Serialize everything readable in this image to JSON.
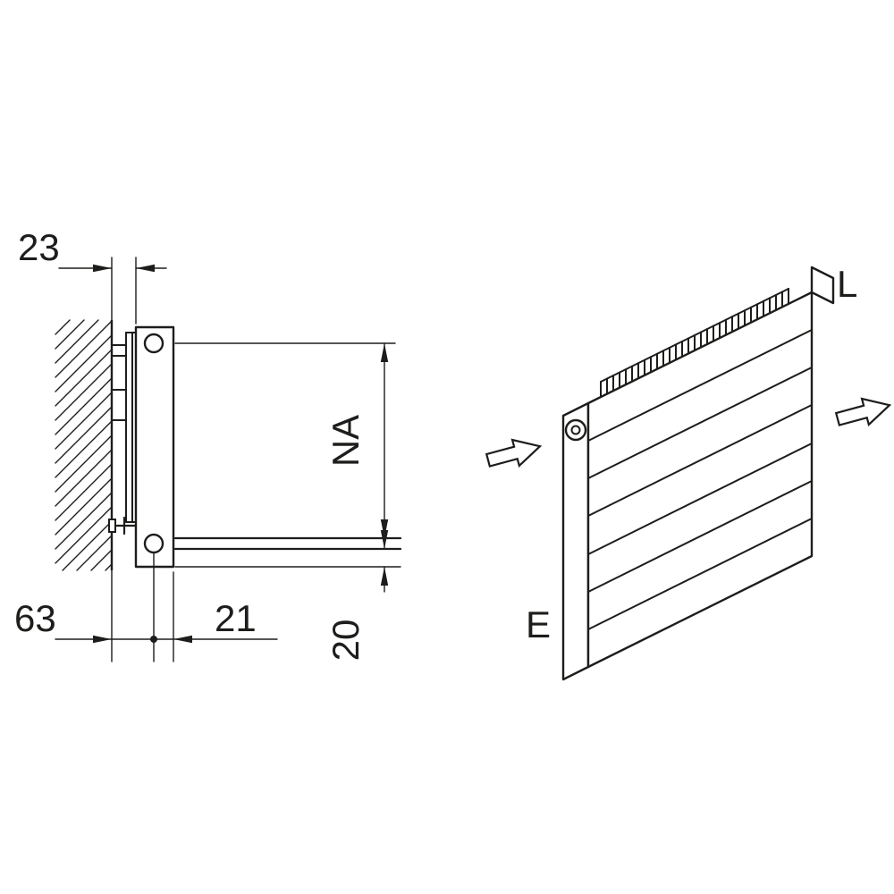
{
  "colors": {
    "line": "#1d1d1b",
    "background": "#ffffff"
  },
  "side_view": {
    "dim_wall_clearance": "23",
    "dim_hub_distance": "NA",
    "dim_wall_to_axis": "63",
    "dim_axis_to_front": "21",
    "dim_pipe_to_bottom": "20"
  },
  "iso_view": {
    "label_l": "L",
    "label_e": "E"
  }
}
